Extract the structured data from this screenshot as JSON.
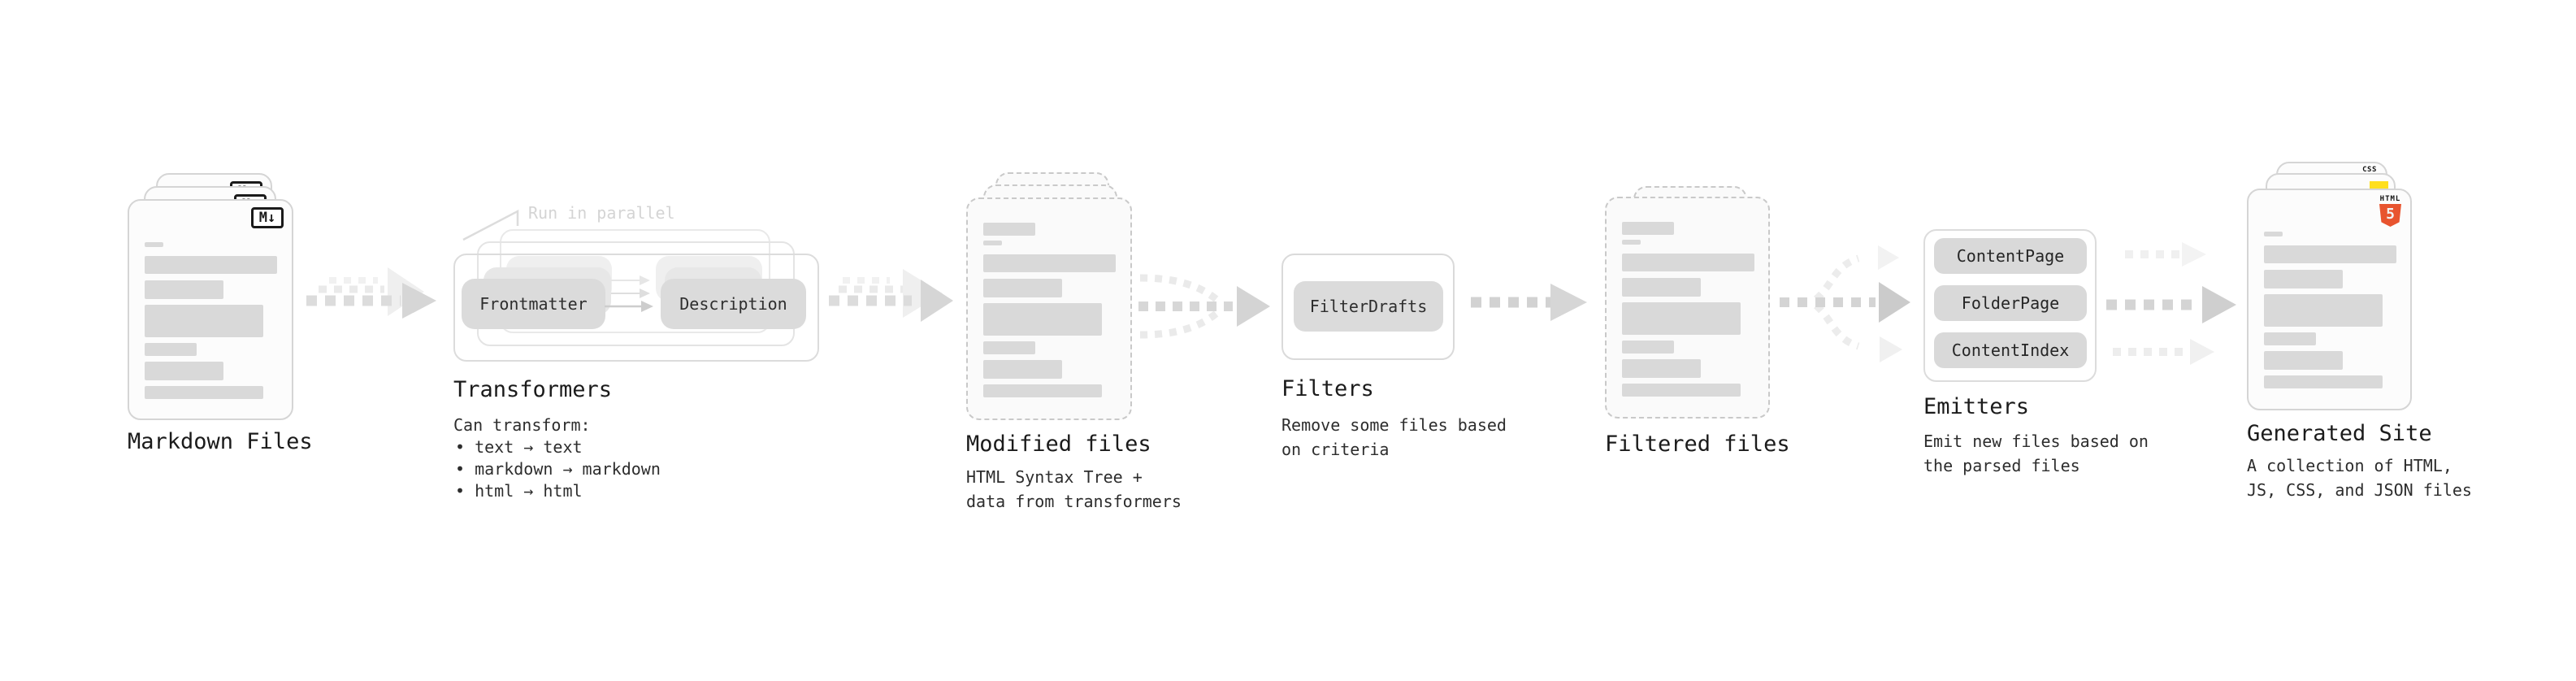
{
  "nodes": {
    "markdown": {
      "title": "Markdown Files",
      "badge": "M↓"
    },
    "transformers": {
      "annotation": "Run in parallel",
      "step1": "Frontmatter",
      "step2": "Description",
      "title": "Transformers",
      "subtitle": "Can transform:",
      "bullets": [
        "text → text",
        "markdown → markdown",
        "html → html"
      ]
    },
    "modified": {
      "title": "Modified files",
      "subtitle1": "HTML Syntax Tree +",
      "subtitle2": "data from transformers"
    },
    "filters": {
      "title": "Filters",
      "button": "FilterDrafts",
      "subtitle1": "Remove some files based",
      "subtitle2": "on criteria"
    },
    "filtered": {
      "title": "Filtered files"
    },
    "emitters": {
      "title": "Emitters",
      "buttons": [
        "ContentPage",
        "FolderPage",
        "ContentIndex"
      ],
      "subtitle1": "Emit new files based on",
      "subtitle2": "the parsed files"
    },
    "generated": {
      "title": "Generated Site",
      "subtitle1": "A collection of HTML,",
      "subtitle2": "JS, CSS, and JSON files",
      "css_badge": "CSS",
      "html_badge_label": "HTML",
      "html_badge_number": "5"
    }
  },
  "colors": {
    "bar": "#d9d9d9",
    "arrow": "#d6d6d6",
    "accent_html": "#e8542f",
    "accent_js": "#ffdf1e",
    "accent_css": "#2b63f0"
  }
}
